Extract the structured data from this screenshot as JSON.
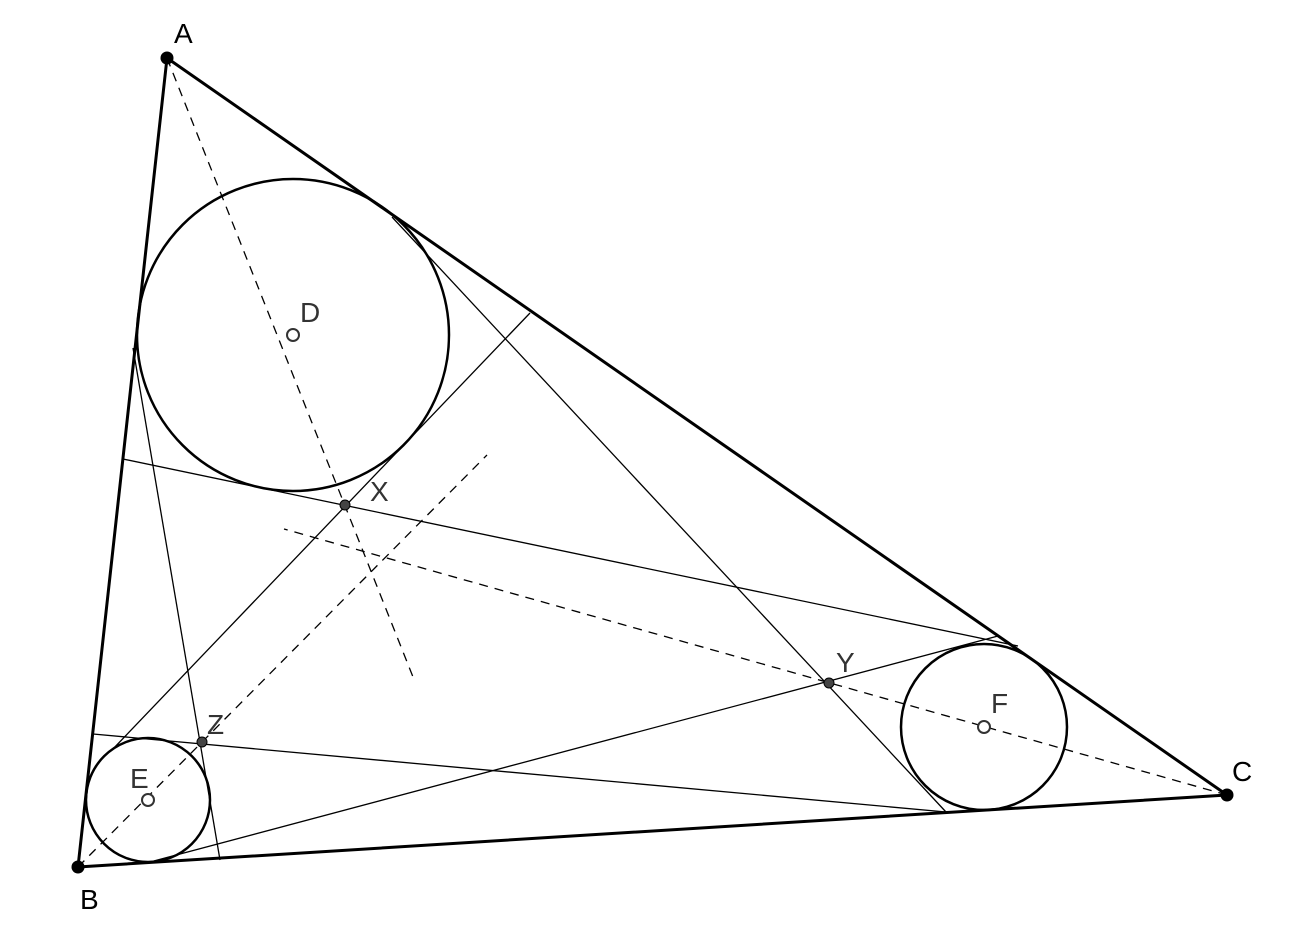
{
  "labels": {
    "A": "A",
    "B": "B",
    "C": "C",
    "D": "D",
    "E": "E",
    "F": "F",
    "X": "X",
    "Y": "Y",
    "Z": "Z"
  },
  "colors": {
    "stroke": "#000000",
    "inner_point": "#444444"
  }
}
